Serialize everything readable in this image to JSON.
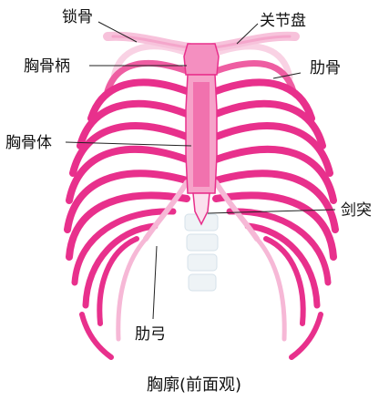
{
  "labels": {
    "clavicle": "锁骨",
    "articular_disc": "关节盘",
    "manubrium": "胸骨柄",
    "ribs": "肋骨",
    "sternal_body": "胸骨体",
    "xiphoid": "剑突",
    "costal_arch": "肋弓"
  },
  "caption": "胸廓(前面观)",
  "colors": {
    "bone_main": "#e8308c",
    "bone_light": "#f6b8d6",
    "bone_pale": "#fbe0ee",
    "sternum": "#ec4a98",
    "spine": "#eef3f6",
    "text": "#111111"
  }
}
